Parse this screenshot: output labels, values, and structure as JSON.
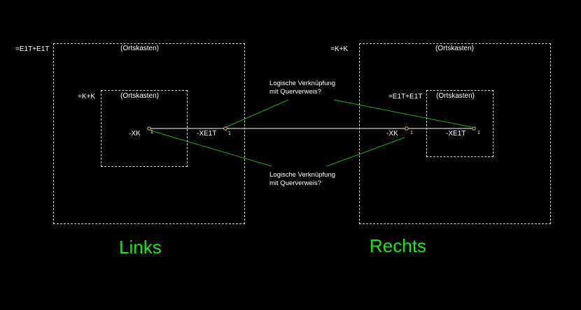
{
  "colors": {
    "background": "#000000",
    "box_border": "#d8d8d8",
    "wire": "#ffffff",
    "annotation_line": "#19b219",
    "side_label": "#19e619"
  },
  "left": {
    "outer_prefix": "=E1T+E1T",
    "outer_title": "(Ortskasten)",
    "inner_prefix": "=K+K",
    "inner_title": "(Ortskasten)",
    "xk": "-XK",
    "xk_pin": "1",
    "xe1t": "-XE1T",
    "xe1t_pin": "1",
    "side": "Links"
  },
  "right": {
    "outer_prefix": "=K+K",
    "outer_title": "(Ortskasten)",
    "inner_prefix": "=E1T+E1T",
    "inner_title": "(Ortskasten)",
    "xk": "-XK",
    "xk_pin": "1",
    "xe1t": "-XE1T",
    "xe1t_pin": "1",
    "side": "Rechts"
  },
  "notes": {
    "top_line1": "Logische Verknüpfung",
    "top_line2": "mit Querverweis?",
    "bottom_line1": "Logische Verknüpfung",
    "bottom_line2": "mit Querverweis?"
  }
}
